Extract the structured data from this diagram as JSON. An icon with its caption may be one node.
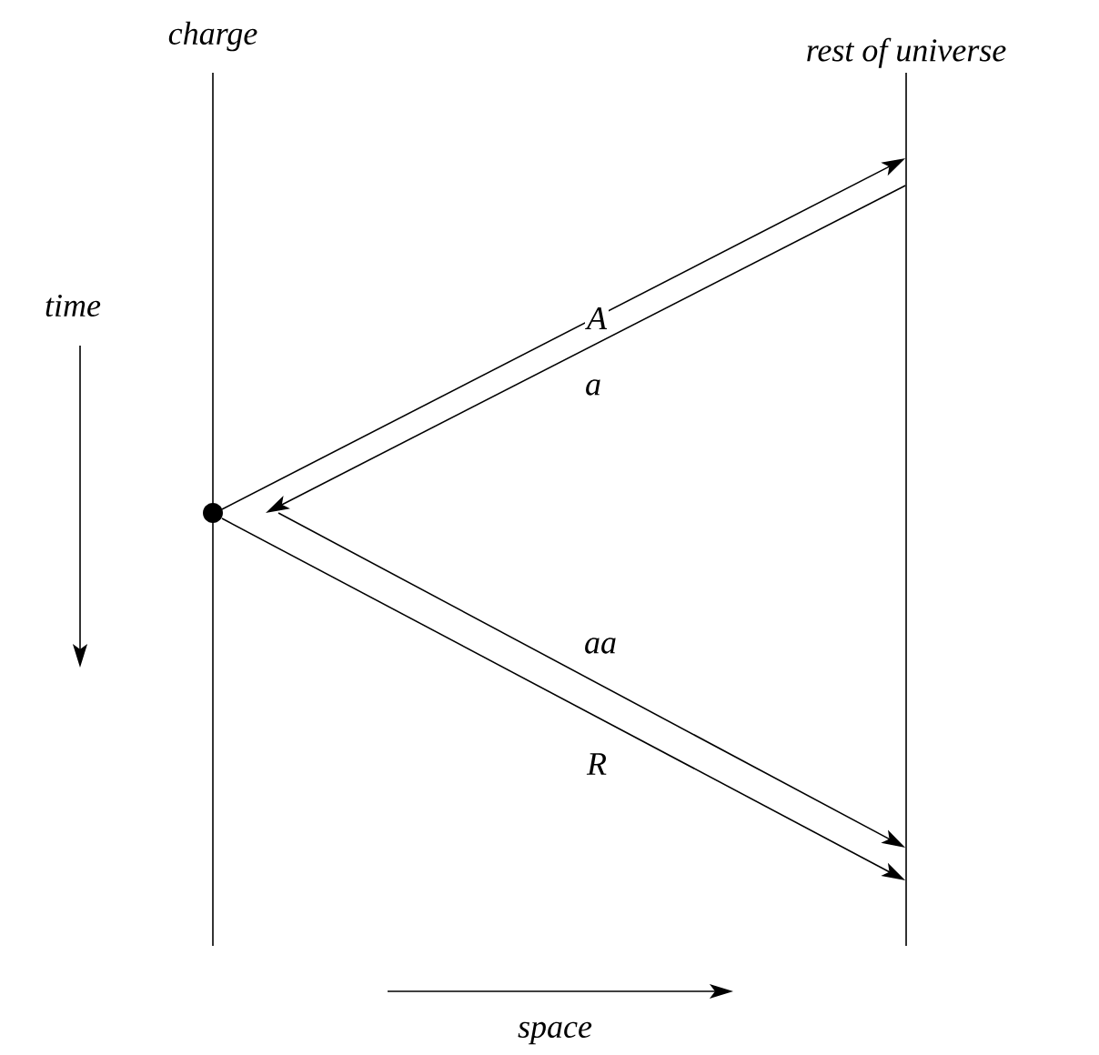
{
  "diagram": {
    "nodes": [
      {
        "text": [],
        "shape": "circle"
      },
      {
        "text": [
          "rest of universe"
        ]
      }
    ],
    "edges": [
      {
        "from": 0,
        "to": 1,
        "arrow": "to",
        "label": "A"
      },
      {
        "from": 1,
        "to": null,
        "arrow": "to",
        "label": "a"
      },
      {
        "from": null,
        "to": 1,
        "arrow": "to",
        "label": "aa"
      },
      {
        "from": 0,
        "to": 1,
        "arrow": "to",
        "label": "R"
      }
    ],
    "labels": [
      "charge",
      "time",
      "space"
    ]
  }
}
